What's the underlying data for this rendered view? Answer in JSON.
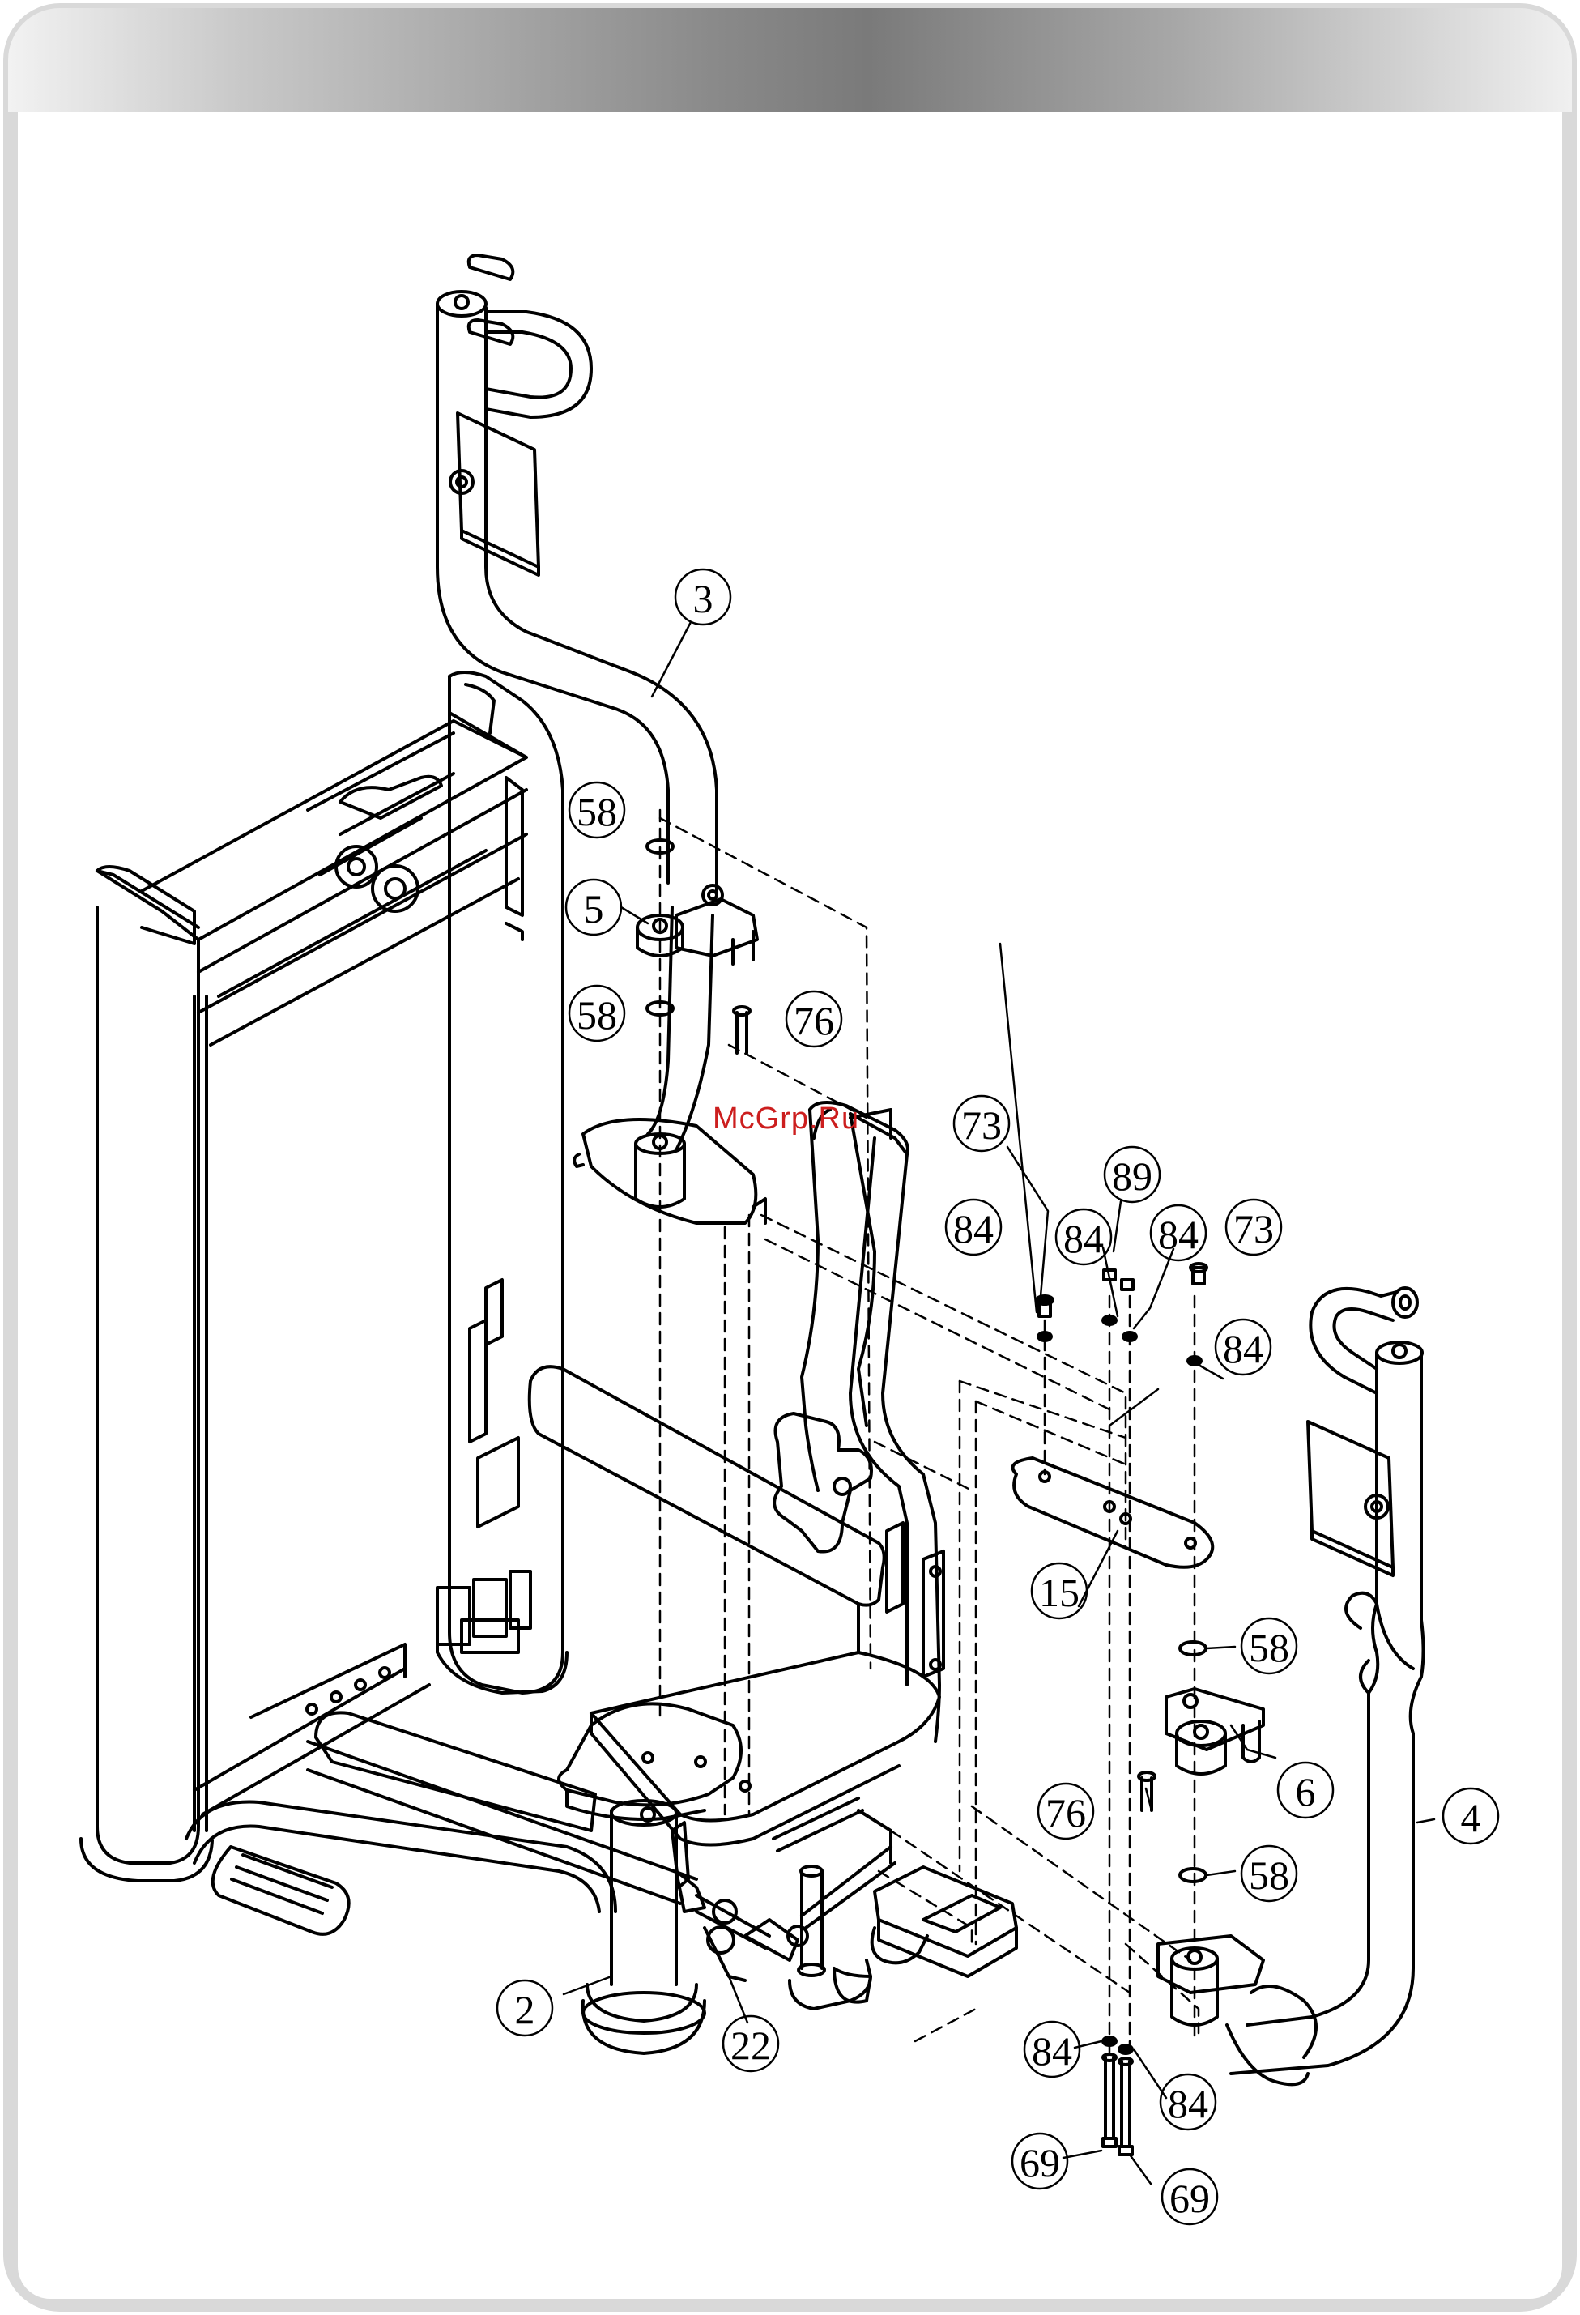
{
  "watermark": "McGrp.Ru",
  "callouts": [
    {
      "id": "c3",
      "label": "3"
    },
    {
      "id": "c58a",
      "label": "58"
    },
    {
      "id": "c5",
      "label": "5"
    },
    {
      "id": "c58b",
      "label": "58"
    },
    {
      "id": "c76a",
      "label": "76"
    },
    {
      "id": "c73a",
      "label": "73"
    },
    {
      "id": "c89",
      "label": "89"
    },
    {
      "id": "c84a",
      "label": "84"
    },
    {
      "id": "c84b",
      "label": "84"
    },
    {
      "id": "c84c",
      "label": "84"
    },
    {
      "id": "c73b",
      "label": "73"
    },
    {
      "id": "c84d",
      "label": "84"
    },
    {
      "id": "c15",
      "label": "15"
    },
    {
      "id": "c58c",
      "label": "58"
    },
    {
      "id": "c6",
      "label": "6"
    },
    {
      "id": "c76b",
      "label": "76"
    },
    {
      "id": "c4",
      "label": "4"
    },
    {
      "id": "c58d",
      "label": "58"
    },
    {
      "id": "c2",
      "label": "2"
    },
    {
      "id": "c22",
      "label": "22"
    },
    {
      "id": "c84e",
      "label": "84"
    },
    {
      "id": "c84f",
      "label": "84"
    },
    {
      "id": "c69a",
      "label": "69"
    },
    {
      "id": "c69b",
      "label": "69"
    }
  ]
}
